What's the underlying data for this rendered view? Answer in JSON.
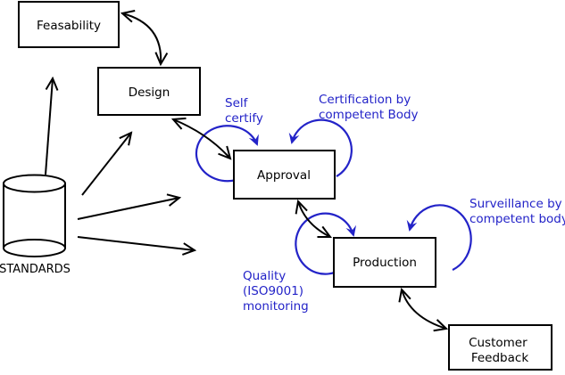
{
  "colors": {
    "background": "#ffffff",
    "line_black": "#000000",
    "annotation_blue": "#2323c8",
    "node_fill": "#ffffff",
    "node_border": "#000000"
  },
  "nodes": {
    "feasability": {
      "label": "Feasability"
    },
    "design": {
      "label": "Design"
    },
    "approval": {
      "label": "Approval"
    },
    "production": {
      "label": "Production"
    },
    "customer_feedback": {
      "label_line1": "Customer",
      "label_line2": "Feedback"
    }
  },
  "datastore": {
    "label": "STANDARDS",
    "shape": "cylinder"
  },
  "annotations": {
    "self_certify": {
      "line1": "Self",
      "line2": "certify"
    },
    "certification": {
      "line1": "Certification by",
      "line2": "competent Body"
    },
    "surveillance": {
      "line1": "Surveillance by",
      "line2": "competent body"
    },
    "quality_monitoring": {
      "line1": "Quality",
      "line2": "(ISO9001)",
      "line3": "monitoring"
    }
  },
  "edges": [
    {
      "from": "STANDARDS",
      "to": "Feasability",
      "type": "single-arrow",
      "color": "#000000"
    },
    {
      "from": "STANDARDS",
      "to": "Design",
      "type": "single-arrow",
      "color": "#000000"
    },
    {
      "from": "STANDARDS",
      "to": "Approval",
      "type": "single-arrow",
      "color": "#000000"
    },
    {
      "from": "STANDARDS",
      "to": "Production",
      "type": "single-arrow",
      "color": "#000000"
    },
    {
      "from": "Feasability",
      "to": "Design",
      "type": "double-arrow",
      "color": "#000000"
    },
    {
      "from": "Design",
      "to": "Approval",
      "type": "double-arrow",
      "color": "#000000"
    },
    {
      "from": "Approval",
      "to": "Production",
      "type": "double-arrow",
      "color": "#000000"
    },
    {
      "from": "Production",
      "to": "Customer Feedback",
      "type": "double-arrow",
      "color": "#000000"
    },
    {
      "on": "Approval",
      "type": "self-loop",
      "annotation": "Self certify",
      "color": "#2323c8"
    },
    {
      "on": "Approval",
      "type": "self-loop",
      "annotation": "Certification by competent Body",
      "color": "#2323c8"
    },
    {
      "on": "Production",
      "type": "self-loop",
      "annotation": "Quality (ISO9001) monitoring",
      "color": "#2323c8"
    },
    {
      "on": "Production",
      "type": "self-loop",
      "annotation": "Surveillance by competent body",
      "color": "#2323c8"
    }
  ]
}
